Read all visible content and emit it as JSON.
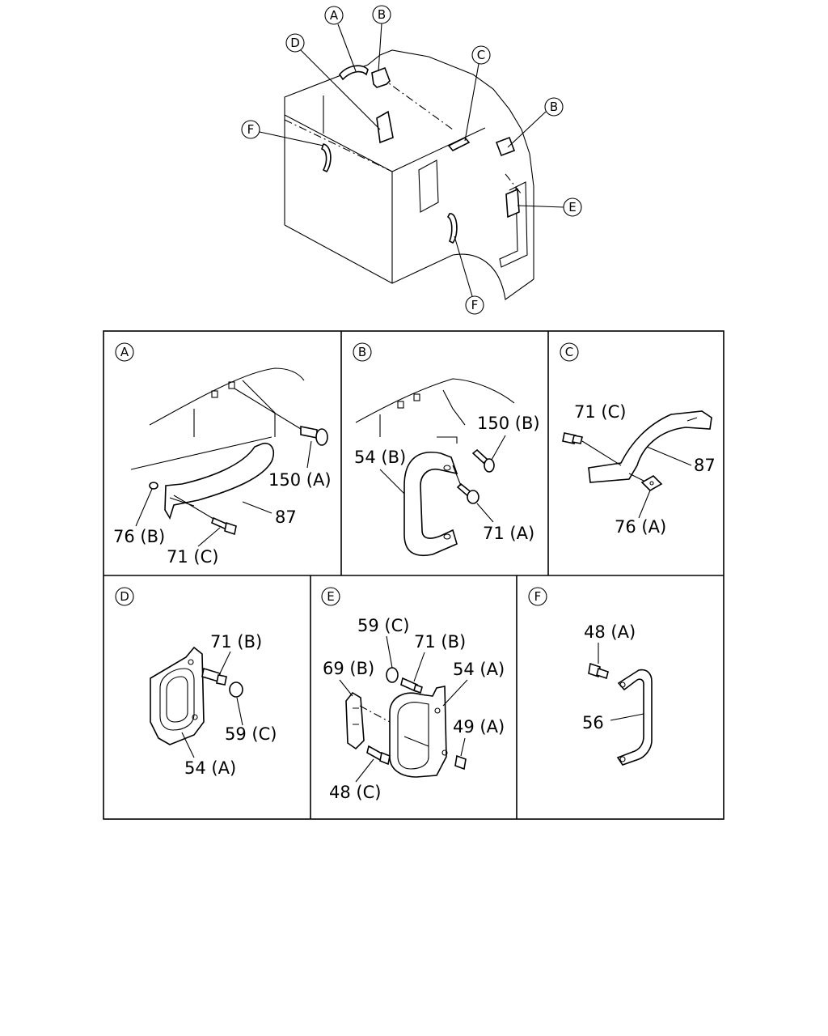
{
  "overview": {
    "callouts": [
      "A",
      "B",
      "D",
      "C",
      "B",
      "F",
      "E",
      "F"
    ]
  },
  "panels": [
    {
      "letter": "A",
      "labels": [
        "150 (A)",
        "87",
        "76 (B)",
        "71 (C)"
      ]
    },
    {
      "letter": "B",
      "labels": [
        "150 (B)",
        "54 (B)",
        "71 (A)"
      ]
    },
    {
      "letter": "C",
      "labels": [
        "71 (C)",
        "87",
        "76 (A)"
      ]
    },
    {
      "letter": "D",
      "labels": [
        "71 (B)",
        "59 (C)",
        "54 (A)"
      ]
    },
    {
      "letter": "E",
      "labels": [
        "59 (C)",
        "71 (B)",
        "69 (B)",
        "54 (A)",
        "49 (A)",
        "48 (C)"
      ]
    },
    {
      "letter": "F",
      "labels": [
        "48 (A)",
        "56"
      ]
    }
  ]
}
